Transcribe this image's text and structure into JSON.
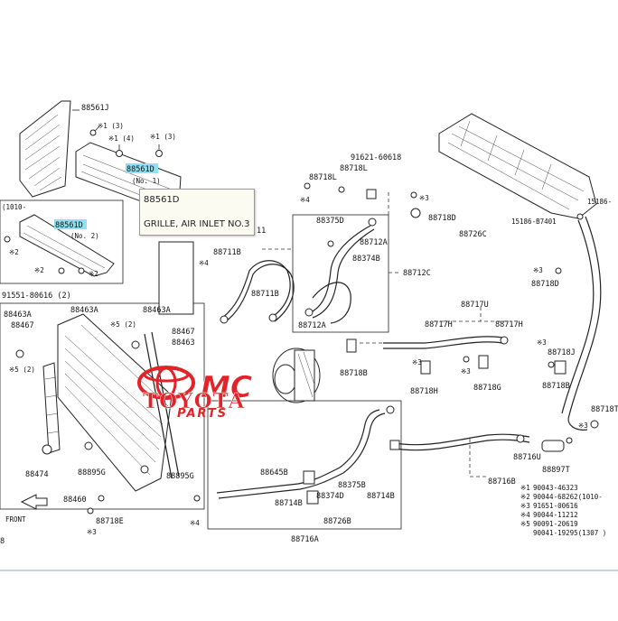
{
  "tooltip": {
    "code": "88561D",
    "name": "GRILLE, AIR INLET NO.3"
  },
  "watermark": {
    "line1": "MC",
    "line2": "TOYOTA",
    "line3": "PARTS",
    "color": "#e3232a"
  },
  "highlight_color": "#8fe0f0",
  "part_labels": {
    "p88561J": "88561J",
    "p88561D_top": "88561D",
    "p88561D_bot": "88561D",
    "no1": "(No. 1)",
    "no2": "(No. 2)",
    "x1_1": "※1 (3)",
    "x1_4": "※1 (4)",
    "x1_3": "※1 (3)",
    "p1010": "(1010-",
    "x2_a": "※2",
    "x2_b": "※2",
    "x2_c": "※2",
    "p91551": "91551-80616 (2)",
    "p88463A_l": "88463A",
    "p88467_l": "88467",
    "x5_2": "※5 (2)",
    "p88463A_m": "88463A",
    "x5_2b": "※5 (2)",
    "p88467_m": "88467",
    "p88463": "88463",
    "p88474": "88474",
    "p88895G": "88895G",
    "p88895G_b": "88895G",
    "p88460": "88460",
    "p88718E": "88718E",
    "x3_l": "※3",
    "x4_l": "※4",
    "front": "FRONT",
    "p8": "8",
    "p88711": "11",
    "p88711B": "88711B",
    "p88711B_b": "88711B",
    "x4_m": "※4",
    "p91621": "91621-60618",
    "p88718L": "88718L",
    "p88718L_b": "88718L",
    "x4_c": "※4",
    "p88375D": "88375D",
    "p88712A": "88712A",
    "p88374B": "88374B",
    "p88712C": "88712C",
    "p88712A_b": "88712A",
    "p88718B": "88718B",
    "p88718D": "88718D",
    "x3_c": "※3",
    "p88726C": "88726C",
    "p15186": "15186-B7401",
    "p15186_b": "15186-",
    "x3_r": "※3",
    "p88718D_r": "88718D",
    "p88717U": "88717U",
    "p88717H": "88717H",
    "p88717H_b": "88717H",
    "x3_r2": "※3",
    "p88718J": "88718J",
    "p88718H": "88718H",
    "p88718G": "88718G",
    "p88718B_c": "88718B",
    "p88718T": "88718T",
    "x3_r3": "※3",
    "p88716U": "88716U",
    "p88897T": "88897T",
    "p88716B": "88716B",
    "p88645B": "88645B",
    "p88375B": "88375B",
    "p88714B_l": "88714B",
    "p88374D": "88374D",
    "p88714B_r": "88714B",
    "p88726B": "88726B",
    "p88716A": "88716A",
    "x3_c2": "※3",
    "x3_c3": "※3"
  },
  "legend": [
    {
      "mark": "※1",
      "code": "90043-46323"
    },
    {
      "mark": "※2",
      "code": "90044-68262(1010-"
    },
    {
      "mark": "※3",
      "code": "91651-00616"
    },
    {
      "mark": "※4",
      "code": "90044-11212"
    },
    {
      "mark": "※5",
      "code": "90091-20619"
    },
    {
      "mark": "",
      "code": "90041-19295(1307 )"
    }
  ]
}
